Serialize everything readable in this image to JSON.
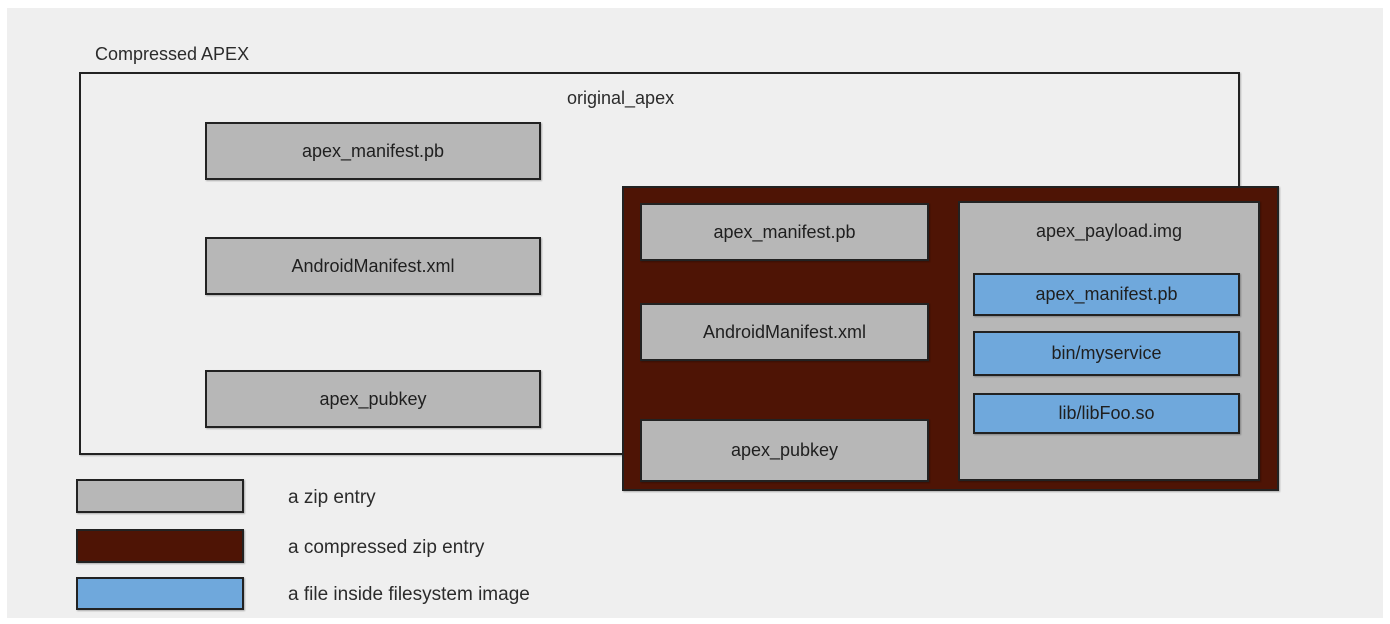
{
  "diagram": {
    "title": "Compressed APEX",
    "left_entries": [
      "apex_manifest.pb",
      "AndroidManifest.xml",
      "apex_pubkey"
    ],
    "original_apex": {
      "label": "original_apex",
      "entries": [
        "apex_manifest.pb",
        "AndroidManifest.xml",
        "apex_pubkey"
      ],
      "payload": {
        "title": "apex_payload.img",
        "files": [
          "apex_manifest.pb",
          "bin/myservice",
          "lib/libFoo.so"
        ]
      }
    },
    "legend": [
      {
        "swatch": "zip-entry-swatch",
        "color": "#b7b7b7",
        "label": "a zip entry"
      },
      {
        "swatch": "compressed-zip-entry-swatch",
        "color": "#4e1405",
        "label": "a compressed zip entry"
      },
      {
        "swatch": "filesystem-file-swatch",
        "color": "#6fa8dc",
        "label": "a file inside filesystem image"
      }
    ],
    "colors": {
      "background": "#efefef",
      "zip_entry": "#b7b7b7",
      "compressed_zip_entry": "#4e1405",
      "filesystem_file": "#6fa8dc",
      "border": "#222222"
    }
  }
}
